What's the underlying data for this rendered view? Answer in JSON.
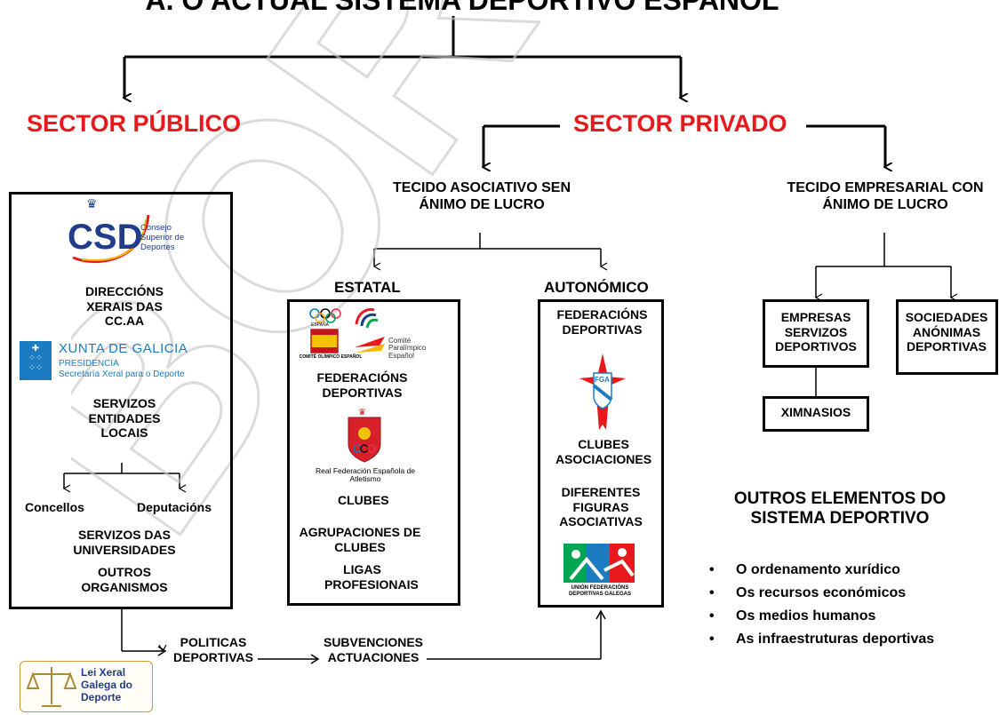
{
  "header": {
    "title": "A. O ACTUAL SISTEMA DEPORTIVO ESPAÑOL"
  },
  "watermark": "BORRADOR",
  "sectors": {
    "public": "SECTOR PÚBLICO",
    "private": "SECTOR PRIVADO"
  },
  "public_box": {
    "csd_logo": {
      "abbr": "CSD",
      "text": "Consejo Superior de Deportes"
    },
    "direccions": "DIRECCIÓNS XERAIS DAS CC.AA",
    "xunta_logo": {
      "title": "XUNTA DE GALICIA",
      "line1": "PRESIDENCIA",
      "line2": "Secretaría Xeral para o Deporte"
    },
    "servizos_locais": "SERVIZOS ENTIDADES LOCAIS",
    "concellos": "Concellos",
    "deputacions": "Deputacións",
    "servizos_universidades": "SERVIZOS DAS UNIVERSIDADES",
    "outros": "OUTROS ORGANISMOS"
  },
  "tecido_asociativo": "TECIDO ASOCIATIVO SEN ÁNIMO DE LUCRO",
  "tecido_empresarial": "TECIDO EMPRESARIAL CON  ÁNIMO DE LUCRO",
  "estatal": {
    "label": "ESTATAL",
    "coe_logo": {
      "country": "ESPAÑA",
      "caption": "COMITÉ OLÍMPICO ESPAÑOL"
    },
    "cpe_logo": {
      "caption": "Comité Paralímpico Español"
    },
    "federacions": "FEDERACIÓNS DEPORTIVAS",
    "rfea_logo": {
      "caption": "Real Federación Española de Atletismo"
    },
    "clubes": "CLUBES",
    "agrupacions": "AGRUPACIONES DE CLUBES",
    "ligas": "LIGAS PROFESIONAIS"
  },
  "autonomico": {
    "label": "AUTONÓMICO",
    "federacions": "FEDERACIÓNS DEPORTIVAS",
    "fga_logo": {
      "abbr": "FGA"
    },
    "clubes": "CLUBES ASOCIACIONES",
    "figuras": "DIFERENTES FIGURAS ASOCIATIVAS",
    "ufdg_logo": {
      "caption": "UNIÓN FEDERACIÓNS DEPORTIVAS GALEGAS"
    }
  },
  "empresas": "EMPRESAS SERVIZOS DEPORTIVOS",
  "sociedades": "SOCIEDADES ANÓNIMAS DEPORTIVAS",
  "ximnasios": "XIMNASIOS",
  "outros_elementos": {
    "title": "OUTROS ELEMENTOS DO SISTEMA DEPORTIVO",
    "items": [
      "O ordenamento xurídico",
      "Os recursos económicos",
      "Os medios humanos",
      "As infraestruturas deportivas"
    ]
  },
  "flow": {
    "politicas": "POLITICAS DEPORTIVAS",
    "subvencions": "SUBVENCIONES ACTUACIONES"
  },
  "lei_logo": {
    "text": "Lei Xeral Galega do Deporte"
  },
  "colors": {
    "red": "#e8191c",
    "csd_blue": "#1f3d8a",
    "xunta_blue": "#1b7cc1"
  }
}
